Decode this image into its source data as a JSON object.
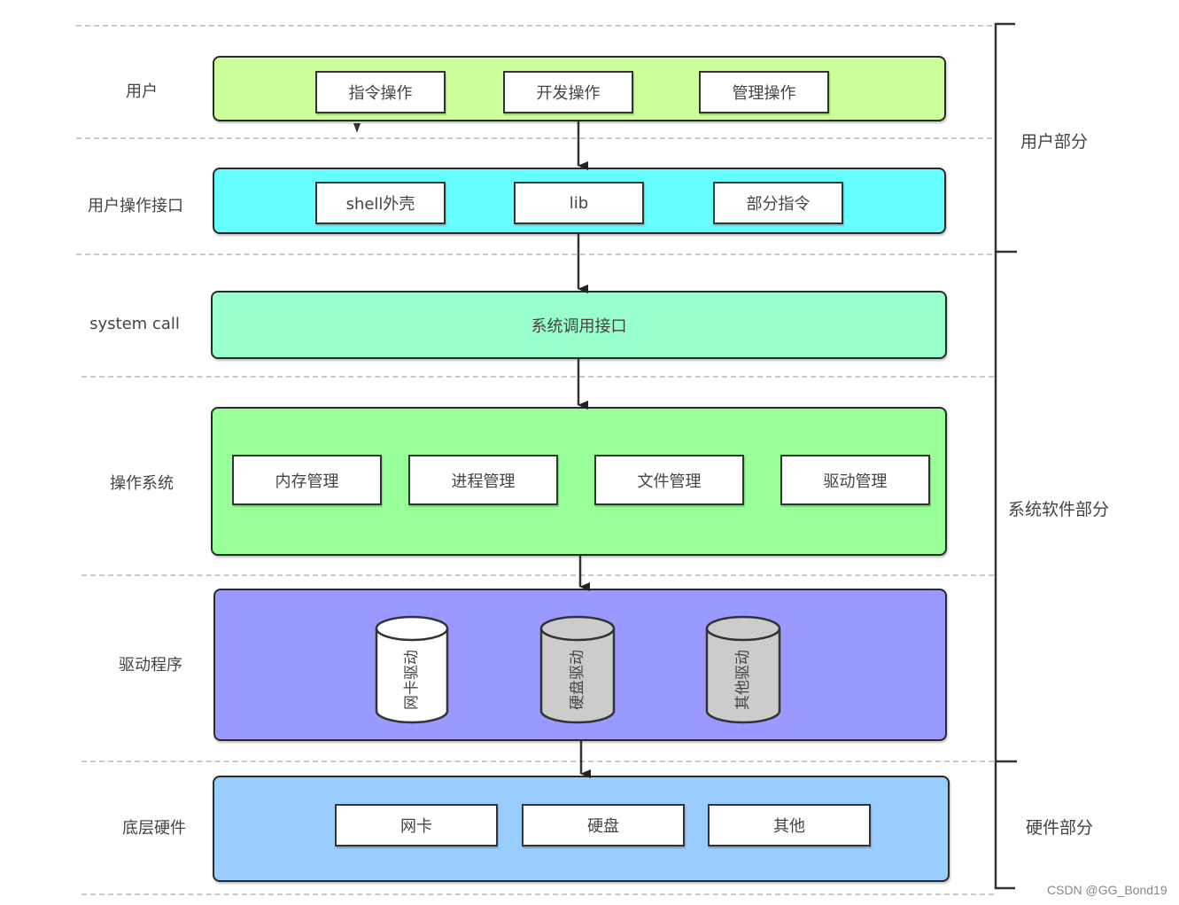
{
  "diagram": {
    "layers": [
      {
        "id": "user",
        "label": "用户",
        "color": "#ccff99",
        "items": [
          "指令操作",
          "开发操作",
          "管理操作"
        ]
      },
      {
        "id": "user-interface",
        "label": "用户操作接口",
        "color": "#66ffff",
        "items": [
          "shell外壳",
          "lib",
          "部分指令"
        ]
      },
      {
        "id": "system-call",
        "label": "system call",
        "color": "#99ffcc",
        "center_text": "系统调用接口"
      },
      {
        "id": "os",
        "label": "操作系统",
        "color": "#99ff99",
        "items": [
          "内存管理",
          "进程管理",
          "文件管理",
          "驱动管理"
        ]
      },
      {
        "id": "drivers",
        "label": "驱动程序",
        "color": "#9999ff",
        "cylinders": [
          {
            "label": "网卡驱动",
            "fill": "#ffffff"
          },
          {
            "label": "硬盘驱动",
            "fill": "#cccccc"
          },
          {
            "label": "其他驱动",
            "fill": "#cccccc"
          }
        ]
      },
      {
        "id": "hardware",
        "label": "底层硬件",
        "color": "#99ccff",
        "items": [
          "网卡",
          "硬盘",
          "其他"
        ]
      }
    ],
    "groups": [
      {
        "label": "用户部分"
      },
      {
        "label": "系统软件部分"
      },
      {
        "label": "硬件部分"
      }
    ],
    "watermark": "CSDN @GG_Bond19"
  }
}
